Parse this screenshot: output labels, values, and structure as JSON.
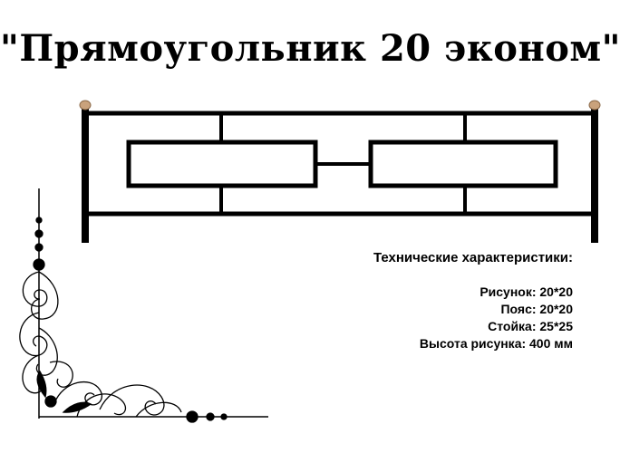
{
  "title": "\"Прямоугольник 20 эконом\"",
  "specs": {
    "heading": "Технические характеристики:",
    "items": [
      "Рисунок: 20*20",
      "Пояс: 20*20",
      "Стойка: 25*25",
      "Высота рисунка: 400 мм"
    ]
  },
  "colors": {
    "ink": "#000000",
    "post_cap": "#c9a27c"
  }
}
